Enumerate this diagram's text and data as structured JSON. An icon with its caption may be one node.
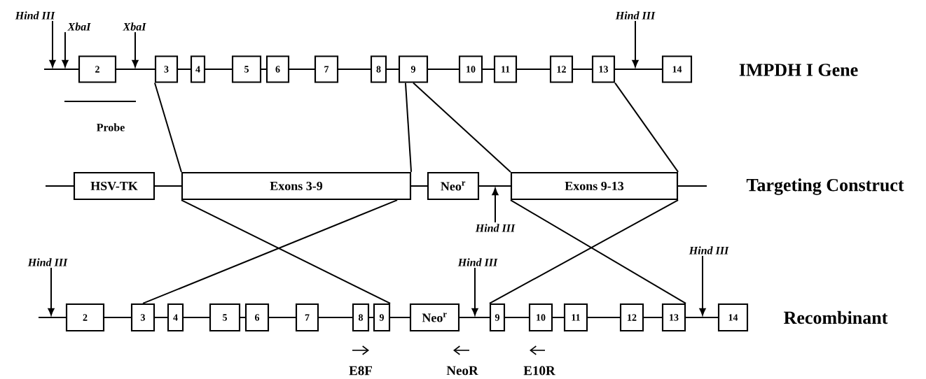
{
  "diagram": {
    "nodes": [
      {
        "text": [
          "Hind III"
        ]
      },
      {
        "text": [
          "XbaI"
        ]
      },
      {
        "text": [
          "XbaI"
        ]
      },
      {
        "text": [
          "Hind III"
        ]
      },
      {
        "text": [
          "2"
        ]
      },
      {
        "text": [
          "3"
        ]
      },
      {
        "text": [
          "4"
        ]
      },
      {
        "text": [
          "5"
        ]
      },
      {
        "text": [
          "6"
        ]
      },
      {
        "text": [
          "7"
        ]
      },
      {
        "text": [
          "8"
        ]
      },
      {
        "text": [
          "9"
        ]
      },
      {
        "text": [
          "10"
        ]
      },
      {
        "text": [
          "11"
        ]
      },
      {
        "text": [
          "12"
        ]
      },
      {
        "text": [
          "13"
        ]
      },
      {
        "text": [
          "14"
        ]
      },
      {
        "text": [
          "HSV-TK"
        ]
      },
      {
        "text": [
          "Exons 3-9"
        ]
      },
      {
        "text": [
          "Neo$^{r}$"
        ]
      },
      {
        "text": [
          "Exons 9-13"
        ]
      },
      {
        "text": [
          "Hind III"
        ]
      },
      {
        "text": [
          "Hind III"
        ]
      },
      {
        "text": [
          "Hind III"
        ]
      },
      {
        "text": [
          "Hind III"
        ]
      },
      {
        "text": [
          "2"
        ]
      },
      {
        "text": [
          "3"
        ]
      },
      {
        "text": [
          "4"
        ]
      },
      {
        "text": [
          "5"
        ]
      },
      {
        "text": [
          "6"
        ]
      },
      {
        "text": [
          "7"
        ]
      },
      {
        "text": [
          "8"
        ]
      },
      {
        "text": [
          "9"
        ]
      },
      {
        "text": [
          "Neo$^{r}$"
        ]
      },
      {
        "text": [
          "9"
        ]
      },
      {
        "text": [
          "10"
        ]
      },
      {
        "text": [
          "11"
        ]
      },
      {
        "text": [
          "12"
        ]
      },
      {
        "text": [
          "13"
        ]
      },
      {
        "text": [
          "14"
        ]
      }
    ],
    "edges": [
      {
        "from": 5,
        "to": 18,
        "arrow": "none"
      },
      {
        "from": 11,
        "to": 18,
        "arrow": "none"
      },
      {
        "from": 11,
        "to": 20,
        "arrow": "none"
      },
      {
        "from": 15,
        "to": 20,
        "arrow": "none"
      },
      {
        "from": 18,
        "to": 32,
        "arrow": "none"
      },
      {
        "from": 18,
        "to": 26,
        "arrow": "none"
      },
      {
        "from": 20,
        "to": 38,
        "arrow": "none"
      },
      {
        "from": 20,
        "to": 34,
        "arrow": "none"
      },
      {
        "from": 0,
        "to": null,
        "arrow": "to"
      },
      {
        "from": 1,
        "to": null,
        "arrow": "to"
      },
      {
        "from": 2,
        "to": null,
        "arrow": "to"
      },
      {
        "from": 3,
        "to": null,
        "arrow": "to"
      },
      {
        "from": 21,
        "to": null,
        "arrow": "to"
      },
      {
        "from": 22,
        "to": null,
        "arrow": "to"
      },
      {
        "from": 23,
        "to": null,
        "arrow": "to"
      },
      {
        "from": 24,
        "to": null,
        "arrow": "to"
      }
    ],
    "labels": [
      "IMPDH I Gene",
      "Probe",
      "Targeting Construct",
      "Recombinant",
      "E8F",
      "NeoR",
      "E10R"
    ]
  }
}
